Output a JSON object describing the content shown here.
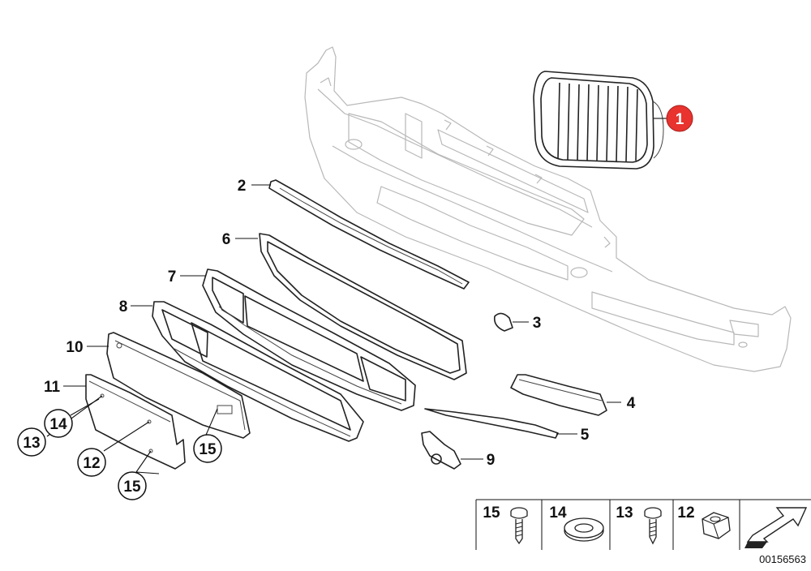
{
  "title": "",
  "callouts": {
    "c1": "1",
    "c2": "2",
    "c3": "3",
    "c4": "4",
    "c5": "5",
    "c6": "6",
    "c7": "7",
    "c8": "8",
    "c9": "9",
    "c10": "10",
    "c11": "11",
    "c12": "12",
    "c13": "13",
    "c14": "14",
    "c15a": "15",
    "c15b": "15"
  },
  "highlight_color": "#e8332f",
  "legend": {
    "items": [
      {
        "number": "15",
        "part": "screw-icon"
      },
      {
        "number": "14",
        "part": "washer-icon"
      },
      {
        "number": "13",
        "part": "screw-icon"
      },
      {
        "number": "12",
        "part": "nut-icon"
      }
    ],
    "arrow": "direction-arrow-icon"
  },
  "diagram_number": "00156563"
}
